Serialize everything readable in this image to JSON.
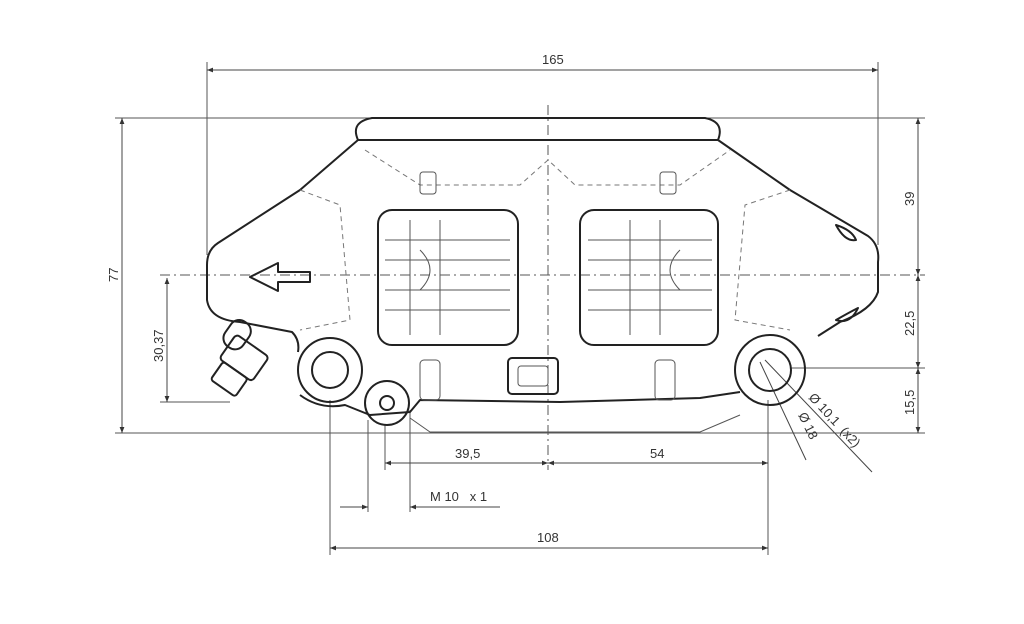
{
  "drawing": {
    "title": "Brake caliper dimension drawing",
    "dimensions": {
      "overall_width": "165",
      "overall_height": "77",
      "top_to_axis": "39",
      "axis_to_mount": "22,5",
      "mount_to_bottom": "15,5",
      "inlet_height": "30,37",
      "left_offset": "39,5",
      "right_offset": "54",
      "thread": "M 10   x 1",
      "mount_spacing": "108",
      "hole_diameter": "Ø 10,1  (x2)",
      "boss_diameter": "Ø 18"
    }
  }
}
